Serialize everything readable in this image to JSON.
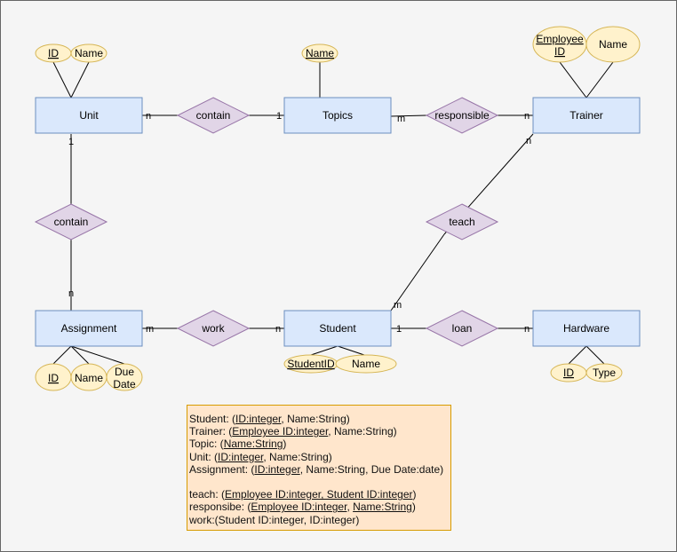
{
  "colors": {
    "background": "#f5f5f5",
    "entity_fill": "#dae8fc",
    "entity_stroke": "#6c8ebf",
    "relationship_fill": "#e1d5e7",
    "relationship_stroke": "#9673a6",
    "attribute_fill": "#fff2cc",
    "attribute_stroke": "#d6b656",
    "note_fill": "#ffe6cc",
    "note_stroke": "#d79b00"
  },
  "entities": {
    "unit": "Unit",
    "topics": "Topics",
    "trainer": "Trainer",
    "assignment": "Assignment",
    "student": "Student",
    "hardware": "Hardware"
  },
  "relationships": {
    "contain_unit_topics": "contain",
    "responsible": "responsible",
    "contain_unit_assignment": "contain",
    "teach": "teach",
    "work": "work",
    "loan": "loan"
  },
  "attributes": {
    "unit_id": "ID",
    "unit_name": "Name",
    "topics_name": "Name",
    "trainer_employee_id_line1": "Employee",
    "trainer_employee_id_line2": "ID",
    "trainer_name": "Name",
    "assignment_id": "ID",
    "assignment_name": "Name",
    "assignment_due_line1": "Due",
    "assignment_due_line2": "Date",
    "student_id": "StudentID",
    "student_name": "Name",
    "hardware_id": "ID",
    "hardware_type": "Type"
  },
  "cardinalities": {
    "unit_contain": "n",
    "contain_topics": "1",
    "topics_responsible": "m",
    "responsible_trainer": "n",
    "unit_contain_down": "1",
    "contain_assignment": "n",
    "trainer_teach": "n",
    "teach_student": "m",
    "assignment_work": "m",
    "work_student": "n",
    "student_loan": "1",
    "loan_hardware": "n"
  },
  "schema": {
    "student": {
      "prefix": "Student: (",
      "k1": "ID:integer",
      "rest": ", Name:String)"
    },
    "trainer": {
      "prefix": "Trainer: (",
      "k1": "Employee ID:integer",
      "rest": ", Name:String)"
    },
    "topic": {
      "prefix": "Topic: (",
      "k1": "Name:String",
      "rest": ")"
    },
    "unit": {
      "prefix": "Unit: (",
      "k1": "ID:integer",
      "rest": ", Name:String)"
    },
    "assignment": {
      "prefix": "Assignment: (",
      "k1": "ID:integer",
      "rest": ", Name:String, Due Date:date)"
    },
    "teach": {
      "prefix": "teach: (",
      "k1": "Employee ID:integer, Student ID:integer",
      "rest": ")"
    },
    "responsibe": {
      "prefix": "responsibe: (",
      "k1": "Employee ID:integer",
      "mid": ", ",
      "k2": "Name:String",
      "rest": ")"
    },
    "work": {
      "text": "work:(Student ID:integer, ID:integer)"
    }
  }
}
